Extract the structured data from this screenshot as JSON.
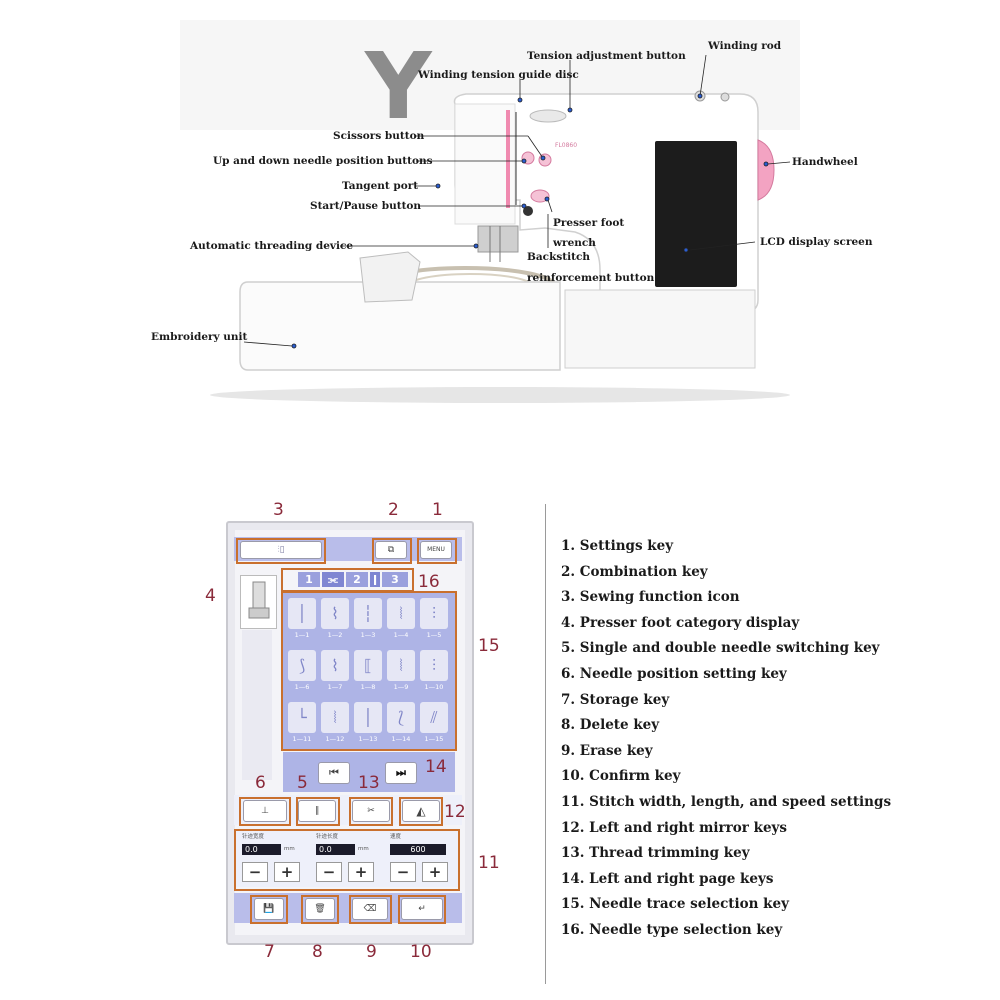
{
  "machine": {
    "brand_mark": "Y",
    "model_text": "FL0860",
    "callouts": {
      "tension_adjustment": "Tension adjustment button",
      "winding_rod": "Winding rod",
      "winding_tension_disc": "Winding tension guide disc",
      "scissors": "Scissors button",
      "needle_position": "Up and down needle position buttons",
      "handwheel": "Handwheel",
      "tangent_port": "Tangent port",
      "start_pause": "Start/Pause button",
      "presser_foot": "Presser foot",
      "wrench": "wrench",
      "lcd": "LCD display screen",
      "auto_threading": "Automatic threading device",
      "backstitch": "Backstitch",
      "reinforcement": "reinforcement button",
      "embroidery_unit": "Embroidery unit"
    }
  },
  "panel": {
    "numbers": {
      "n1": "1",
      "n2": "2",
      "n3": "3",
      "n4": "4",
      "n5": "5",
      "n6": "6",
      "n7": "7",
      "n8": "8",
      "n9": "9",
      "n10": "10",
      "n11": "11",
      "n12": "12",
      "n13": "13",
      "n14": "14",
      "n15": "15",
      "n16": "16"
    },
    "menu_label": "MENU",
    "tabs": [
      "1",
      "2",
      "3"
    ],
    "stitch_labels": [
      "1—1",
      "1—2",
      "1—3",
      "1—4",
      "1—5",
      "1—6",
      "1—7",
      "1—8",
      "1—9",
      "1—10",
      "1—11",
      "1—12",
      "1—13",
      "1—14",
      "1—15"
    ],
    "settings": {
      "width_label": "针迹宽度",
      "length_label": "针迹长度",
      "speed_label": "速度",
      "width_value": "0.0",
      "length_value": "0.0",
      "speed_value": "600",
      "unit": "mm",
      "minus": "−",
      "plus": "+"
    }
  },
  "legend": [
    "1. Settings key",
    "2. Combination key",
    "3. Sewing function icon",
    "4. Presser foot category display",
    "5. Single and double needle switching key",
    "6. Needle position setting key",
    "7. Storage key",
    "8. Delete key",
    "9. Erase key",
    "10. Confirm key",
    "11. Stitch width, length, and speed settings",
    "12. Left and right mirror keys",
    "13. Thread trimming key",
    "14. Left and right page keys",
    "15. Needle trace selection key",
    "16. Needle type selection key"
  ],
  "colors": {
    "accent_pink": "#f08ab0",
    "highlight_orange": "#c9702e",
    "number_red": "#8a2a3a",
    "lcd_black": "#1c1c1c"
  }
}
